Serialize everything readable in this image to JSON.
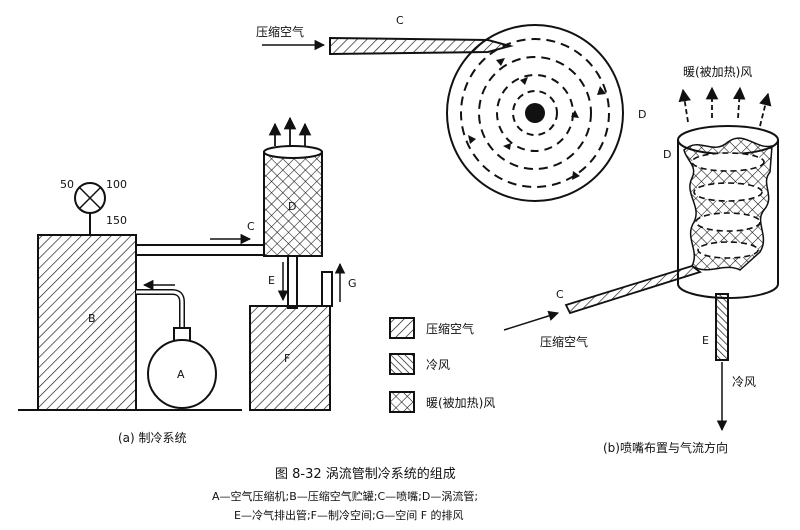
{
  "gauge": {
    "t50": "50",
    "t100": "100",
    "t150": "150"
  },
  "labels": {
    "a": "A",
    "b": "B",
    "c": "C",
    "d": "D",
    "e": "E",
    "f": "F",
    "g": "G"
  },
  "top": {
    "compressed_air": "压缩空气",
    "c": "C",
    "d": "D"
  },
  "legend": {
    "compressed_air": "压缩空气",
    "cold_wind": "冷风",
    "warm_wind": "暖(被加热)风"
  },
  "right": {
    "warm_wind": "暖(被加热)风",
    "d": "D",
    "c": "C",
    "compressed_air": "压缩空气",
    "e": "E",
    "cold_wind": "冷风"
  },
  "captions": {
    "sub_a": "(a) 制冷系统",
    "sub_b": "(b)喷嘴布置与气流方向",
    "figure": "图 8-32   涡流管制冷系统的组成",
    "line1": "A—空气压缩机;B—压缩空气贮罐;C—喷嘴;D—涡流管;",
    "line2": "E—冷气排出管;F—制冷空间;G—空间 F 的排风"
  }
}
